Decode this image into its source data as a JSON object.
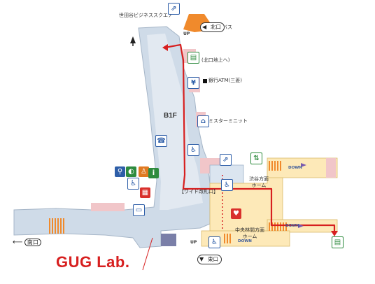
{
  "labels": {
    "setagaya_business_square": "世田谷ビジネススクエア",
    "floor": "B1F",
    "north_exit_to_street": "(北口地上へ)",
    "bank_atm": "銀行ATM(三菱)",
    "mister_minit": "ミスターミニット",
    "wide_gate": "【ワイド改札口】",
    "shibuya_platform": "渋谷方面\nホーム",
    "chuorinkan_platform": "中央林間方面\nホーム",
    "bus": "バス"
  },
  "exits": {
    "north": "北口",
    "south": "南口",
    "east": "東口"
  },
  "directions": {
    "up": "UP",
    "down": "DOWN"
  },
  "brand": {
    "text": "GUG Lab."
  },
  "icons": {
    "escalator": "escalator-icon",
    "elevator": "elevator-icon",
    "toilet": "restroom-icon",
    "phone": "telephone-icon",
    "aed": "aed-icon",
    "ticket": "ticket-machine-icon",
    "info": "information-icon"
  },
  "colors": {
    "corridor": "#cfdbe8",
    "corridor_light": "#e3eaf2",
    "platform": "#fde9b8",
    "pink": "#f1c6c9",
    "route": "#d71f1f",
    "stairs": "#f08a2c"
  }
}
